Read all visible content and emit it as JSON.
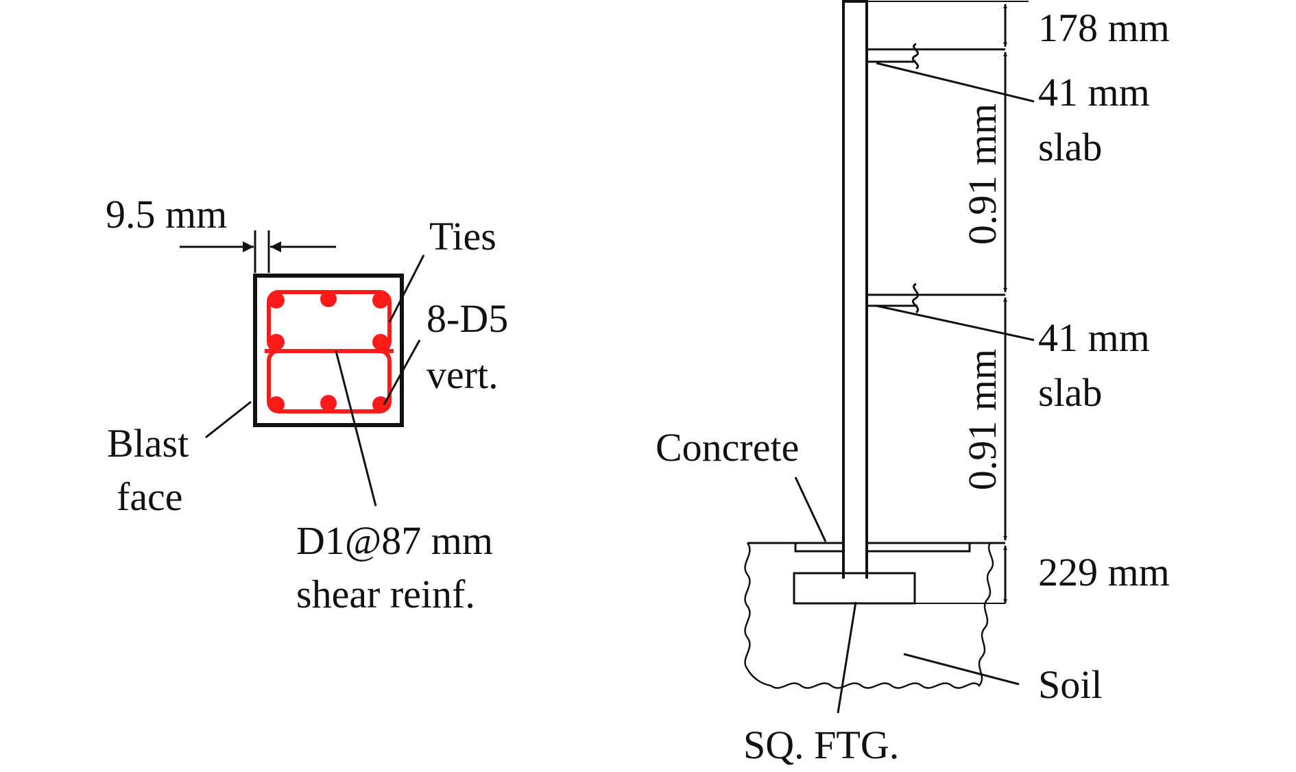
{
  "colors": {
    "line": "#111111",
    "rebar": "#ff1a1a",
    "background": "#ffffff"
  },
  "section": {
    "cover_dim": "9.5 mm",
    "ties": "Ties",
    "vertical_bars_line1": "8-D5",
    "vertical_bars_line2": "vert.",
    "blast_face_line1": "Blast",
    "blast_face_line2": "face",
    "shear_line1": "D1@87 mm",
    "shear_line2": "shear reinf."
  },
  "elevation": {
    "top_dim": "178 mm",
    "slab1_line1": "41 mm",
    "slab1_line2": "slab",
    "height1": "0.91 mm",
    "slab2_line1": "41 mm",
    "slab2_line2": "slab",
    "height2": "0.91 mm",
    "concrete": "Concrete",
    "footing_dim": "229 mm",
    "soil": "Soil",
    "footing": "SQ. FTG."
  }
}
